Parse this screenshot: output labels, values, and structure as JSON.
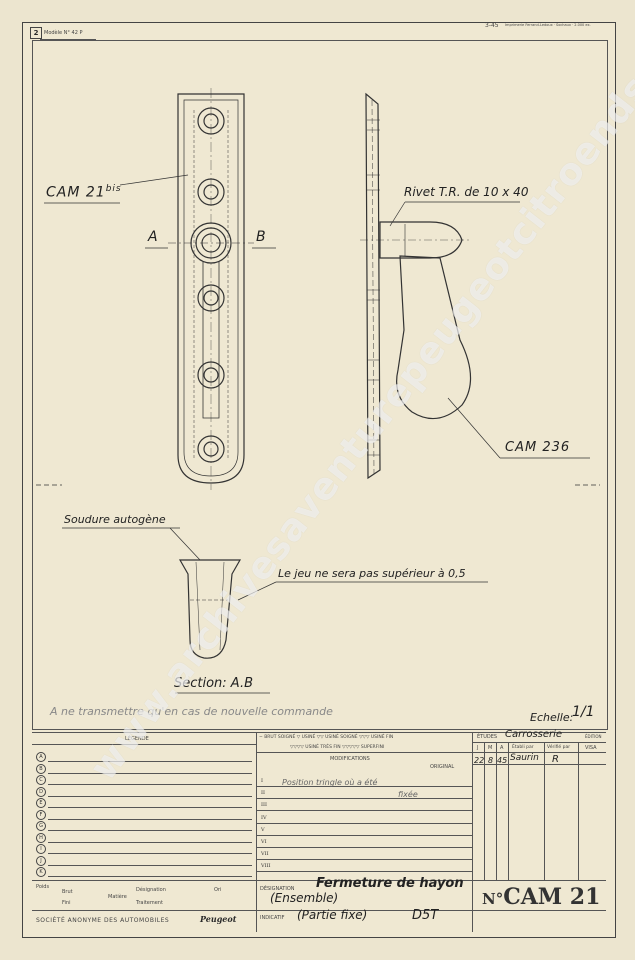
{
  "header": {
    "sheet_no": "2",
    "model": "Modèle N° 42 P",
    "top_right_ref": "3-45",
    "top_right_small": "Imprimerie Ferrand-Ledoux · Sochaux · 2.000 ex."
  },
  "labels": {
    "cam21": "CAM 21",
    "cam21_sup": "bis",
    "sec_a": "A",
    "sec_b": "B",
    "rivet": "Rivet T.R. de 10 x 40",
    "cam236": "CAM 236",
    "soudure": "Soudure autogène",
    "jeu": "Le jeu ne sera pas supérieur à 0,5",
    "section": "Section: A.B",
    "note": "A ne transmettre qu'en cas de nouvelle commande",
    "echelle": "Echelle:",
    "echelle_val": "1/1"
  },
  "titleblock": {
    "legende": "LÉGENDE",
    "legend_letters": [
      "A",
      "B",
      "C",
      "D",
      "E",
      "F",
      "G",
      "H",
      "I",
      "J",
      "K"
    ],
    "finish_row1": "∼ BRUT SOIGNÉ  ▽ USINÉ  ▽▽ USINÉ SOIGNÉ  ▽▽▽ USINÉ FIN",
    "finish_row2": "▽▽▽▽ USINÉ TRÈS FIN  ▽▽▽▽▽ SUPERFINI",
    "modifications": "MODIFICATIONS",
    "original": "ORIGINAL",
    "roman": [
      "I",
      "II",
      "III",
      "IV",
      "V",
      "VI",
      "VII",
      "VIII"
    ],
    "mod1_hand": "Position tringle où a été",
    "mod2_hand": "fixée",
    "etudes": "ÉTUDES",
    "etudes_dept": "Carrosserie",
    "col_j": "J",
    "col_m": "M",
    "col_a": "A",
    "col_etabli": "Établi par",
    "col_verifie": "Vérifié par",
    "col_vise": "VISA",
    "date_j": "22",
    "date_m": "8",
    "date_a": "45",
    "signature": "Saurin",
    "verif_initial": "R",
    "edition": "ÉDITION",
    "poids": "Poids",
    "brut": "Brut",
    "fini": "Fini",
    "matiere": "Matière",
    "designation_label": "Désignation",
    "traitement": "Traitement",
    "ori": "Ori",
    "designation_main": "DÉSIGNATION",
    "designation_val1": "Fermeture de hayon",
    "designation_val2": "(Ensemble)",
    "indicatif_label": "INDICATIF",
    "indicatif_val": "(Partie fixe)",
    "indicatif_code": "D5T",
    "company": "SOCIÉTÉ ANONYME DES AUTOMOBILES",
    "brand": "Peugeot",
    "number_prefix": "N°",
    "number": "CAM 21"
  },
  "watermark": "www.archivesaventurepeugeotcitroends.com"
}
